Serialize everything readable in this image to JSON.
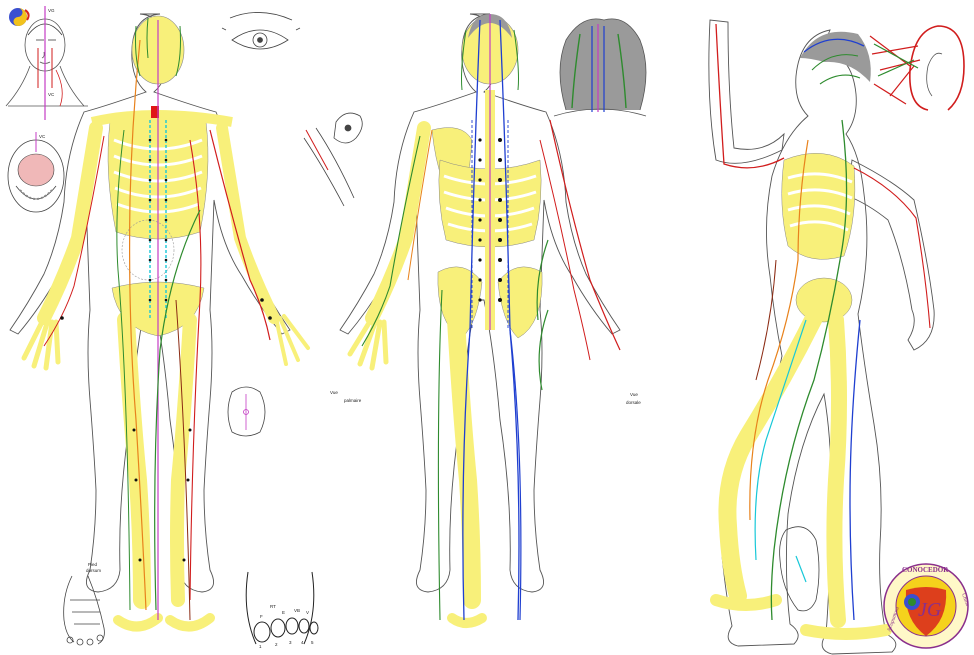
{
  "colors": {
    "bone": "#f8f07a",
    "outline": "#555555",
    "meridian_red": "#d11d1d",
    "meridian_green": "#2e8b2e",
    "meridian_blue": "#1f3fd0",
    "meridian_cyan": "#18c8d8",
    "meridian_orange": "#e8821c",
    "meridian_magenta": "#c43cc4",
    "meridian_brown": "#8b2a12",
    "scalp_gray": "#9a9a9a",
    "point": "#111111",
    "logo_purple": "#8a2f8c",
    "logo_yellow": "#f5d21c",
    "logo_red": "#d8261c"
  },
  "panels": {
    "front": {
      "view": "anterior"
    },
    "back": {
      "view": "posterior"
    },
    "side": {
      "view": "lateral"
    }
  },
  "labels": {
    "face_top": "VG",
    "face_mid": "VC",
    "mouth_top": "VC",
    "foot_front": "Pied",
    "foot_front_sub": "dorsum",
    "toe_1": "1",
    "toe_2": "2",
    "toe_3": "3",
    "toe_4": "4",
    "toe_5": "5",
    "toe_a": "RT",
    "toe_b": "F",
    "toe_c": "E",
    "toe_d": "VB",
    "toe_e": "V",
    "back_hand_1": "Vue",
    "back_hand_2": "palmaire",
    "back_hand_3": "Vue",
    "back_hand_4": "dorsale"
  },
  "logo": {
    "arc_text": "CONOCEDOR",
    "left_text": "Acupuntura",
    "right_text": "China",
    "monogram": "JG"
  },
  "icons": {
    "top_left": "yin-yang-logo-icon",
    "bottom_right": "conocedor-seal-icon"
  }
}
